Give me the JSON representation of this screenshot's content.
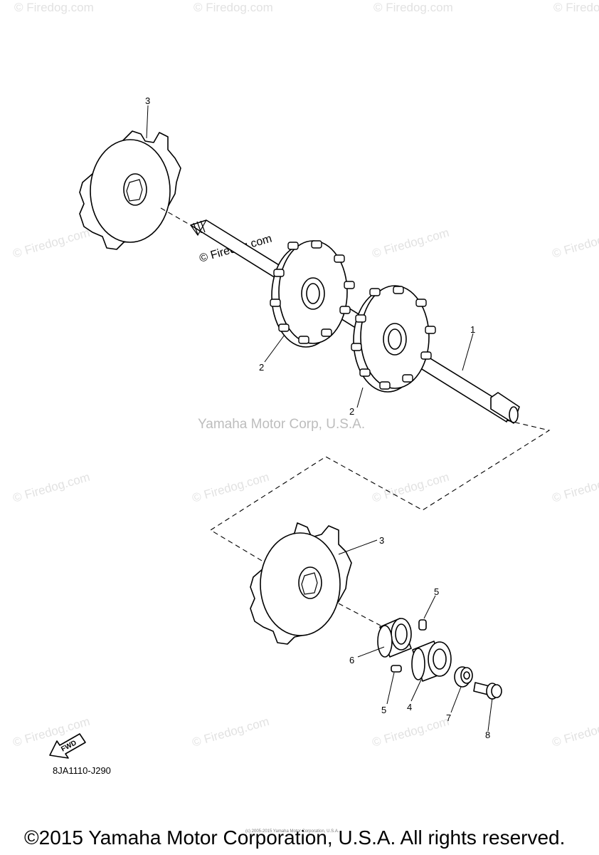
{
  "watermark": {
    "site": "© Firedog.com",
    "corp": "Yamaha Motor Corp, U.S.A."
  },
  "diagram": {
    "ref_code": "8JA1110-J290",
    "fwd_label": "FWD",
    "callouts": [
      "1",
      "2",
      "2",
      "3",
      "3",
      "4",
      "5",
      "5",
      "6",
      "7",
      "8"
    ]
  },
  "footer": {
    "copyright": "©2015 Yamaha Motor Corporation, U.S.A. All rights reserved.",
    "tiny_notice": "(c) 2005-2015 Yamaha Motor Corporation, U.S.A."
  }
}
